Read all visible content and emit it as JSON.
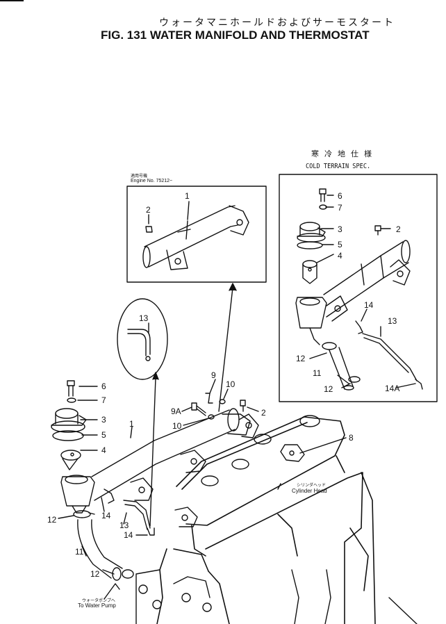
{
  "header": {
    "title_jp": "ウォータマニホールドおよびサーモスタート",
    "title_en": "FIG. 131  WATER MANIFOLD AND THERMOSTAT"
  },
  "cold_spec": {
    "label_jp": "寒冷地仕様",
    "label_en": "COLD TERRAIN SPEC.",
    "callouts": [
      "6",
      "7",
      "3",
      "5",
      "4",
      "2",
      "14",
      "13",
      "12",
      "11",
      "12",
      "14A"
    ]
  },
  "engine_inset": {
    "label_jp": "適用号機",
    "label_en": "Engine No. 75212~",
    "callouts": [
      "2",
      "1"
    ]
  },
  "round_detail": {
    "callouts": [
      "13"
    ]
  },
  "main": {
    "callouts": [
      "6",
      "7",
      "3",
      "5",
      "4",
      "1",
      "9",
      "10",
      "9A",
      "10",
      "2",
      "8",
      "12",
      "14",
      "13",
      "14",
      "11",
      "12"
    ]
  },
  "annotations": {
    "cylinder_head_jp": "シリンダヘッド",
    "cylinder_head_en": "Cylinder Head",
    "water_pump_jp": "ウォータポンプへ",
    "water_pump_en": "To Water Pump"
  }
}
